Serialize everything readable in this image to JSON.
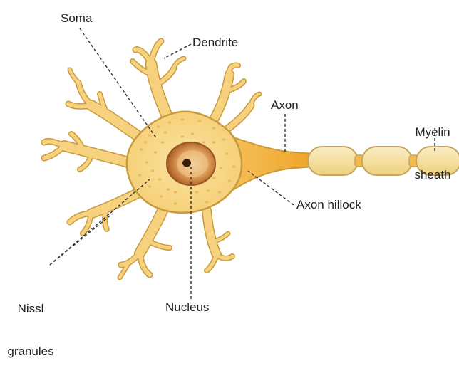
{
  "labels": {
    "soma": "Soma",
    "dendrite": "Dendrite",
    "axon": "Axon",
    "myelin_line1": "Myelin",
    "myelin_line2": "sheath",
    "axon_hillock": "Axon hillock",
    "nissl_line1": "Nissl",
    "nissl_line2": "granules",
    "nucleus": "Nucleus"
  },
  "colors": {
    "cell_fill": "#f7d27e",
    "cell_outline": "#c89a3c",
    "axon_fill": "#f1b236",
    "myelin_fill": "#f6e2a6",
    "myelin_outline": "#c7a65e",
    "node_fill": "#f2b84b",
    "granule": "#e8bb5c",
    "nucleus_outer": "#b46a2a",
    "nucleus_inner": "#f1c98f",
    "nucleolus": "#3a1e0c",
    "leader_line": "#333333"
  }
}
